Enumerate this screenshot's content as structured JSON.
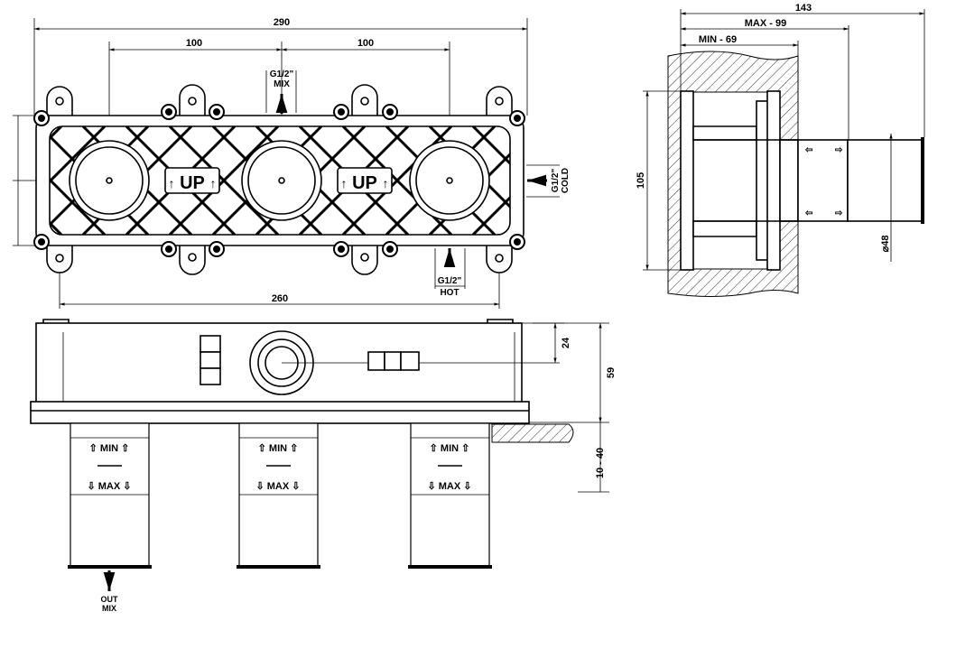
{
  "front_view": {
    "dim_overall": "290",
    "dim_left_spacing": "100",
    "dim_right_spacing": "100",
    "dim_fixing": "260",
    "up_label_1": "UP",
    "up_label_2": "UP",
    "mix_inlet": {
      "thread": "G1/2\"",
      "label": "MIX"
    },
    "hot_inlet": {
      "thread": "G1/2\"",
      "label": "HOT"
    },
    "cold_inlet": {
      "thread": "G1/2\"",
      "label": "COLD"
    }
  },
  "elevation_view": {
    "dim_knob": "24",
    "dim_depth": "59",
    "dim_adjust": "10 - 40",
    "sleeves": [
      {
        "min": "MIN",
        "max": "MAX"
      },
      {
        "min": "MIN",
        "max": "MAX"
      },
      {
        "min": "MIN",
        "max": "MAX"
      }
    ],
    "outlet": {
      "line1": "OUT",
      "line2": "MIX"
    }
  },
  "side_view": {
    "dim_total": "143",
    "dim_max": "MAX  -  99",
    "dim_min": "MIN  -  69",
    "dim_height": "105",
    "dim_diameter": "⌀48"
  }
}
